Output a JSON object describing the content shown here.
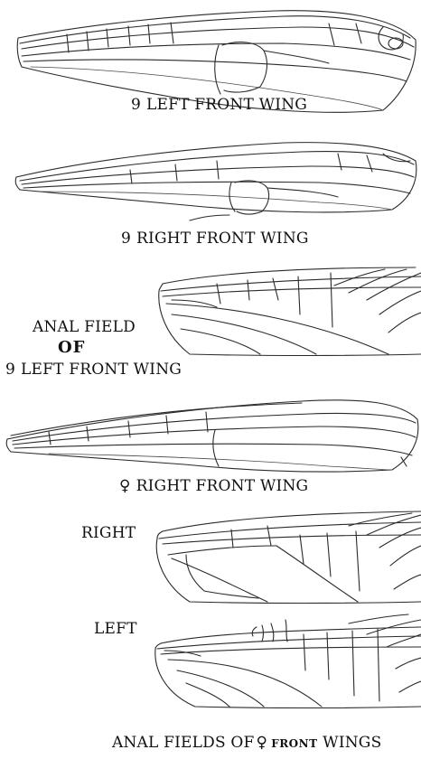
{
  "figures": [
    {
      "symbol": "9",
      "caption": "LEFT FRONT WING"
    },
    {
      "symbol": "9",
      "caption": "RIGHT FRONT WING"
    },
    {
      "caption_line1": "ANAL FIELD",
      "caption_line2": "OF",
      "symbol": "9",
      "caption_line3": "LEFT FRONT WING"
    },
    {
      "symbol": "♀",
      "caption": "RIGHT FRONT WING"
    }
  ],
  "anal_fields": {
    "right_label": "RIGHT",
    "left_label": "LEFT",
    "caption_part1": "ANAL FIELDS OF",
    "symbol": "♀",
    "caption_part2": "FRONT",
    "caption_part3": "WINGS"
  }
}
